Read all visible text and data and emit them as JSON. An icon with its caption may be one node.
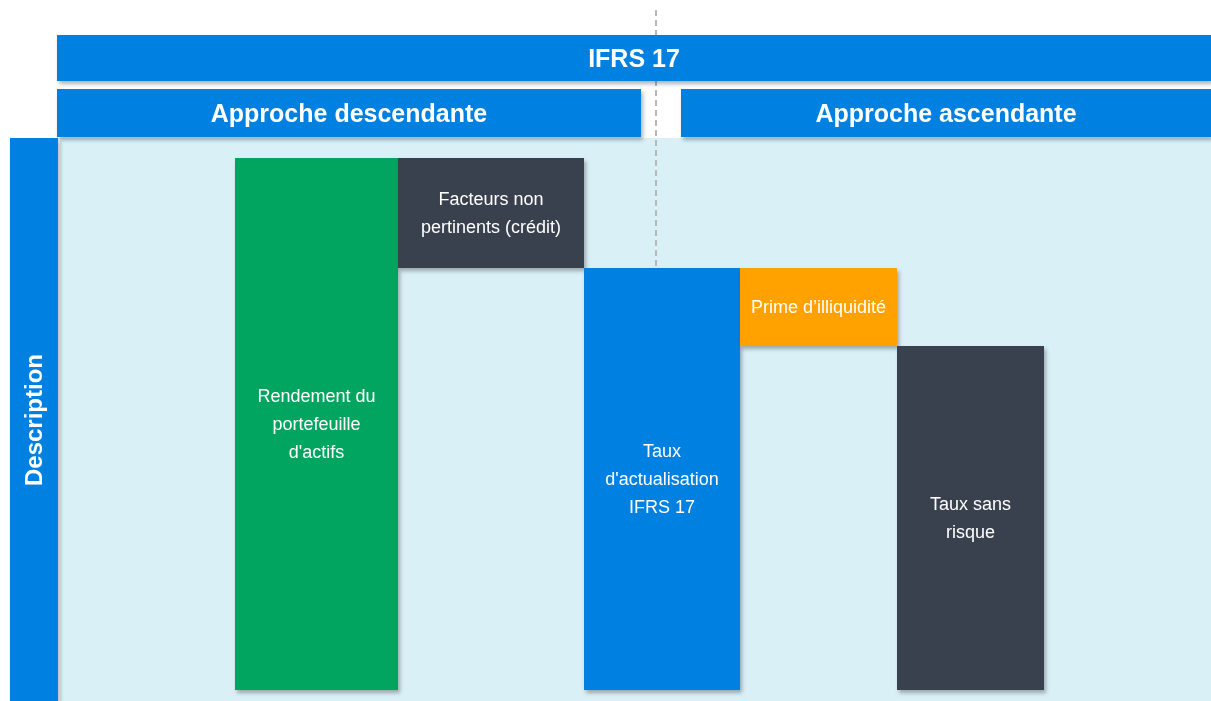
{
  "diagram": {
    "nodes": [
      {
        "text": [
          "IFRS 17"
        ]
      },
      {
        "text": [
          "Approche descendante"
        ]
      },
      {
        "text": [
          "Approche ascendante"
        ]
      },
      {
        "text": [
          "Description"
        ]
      },
      {
        "text": [
          "Rendement du portefeuille d'actifs"
        ]
      },
      {
        "text": [
          "Facteurs non pertinents (crédit)"
        ]
      },
      {
        "text": [
          "Taux d'actualisation IFRS 17"
        ]
      },
      {
        "text": [
          "Prime d’illiquidité"
        ]
      },
      {
        "text": [
          "Taux sans risque"
        ]
      }
    ]
  }
}
